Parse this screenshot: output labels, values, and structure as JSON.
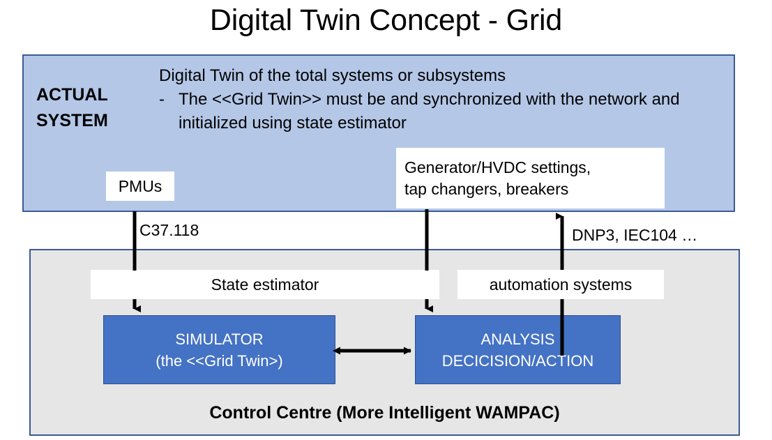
{
  "title": "Digital Twin Concept - Grid",
  "actual_system": {
    "label": "ACTUAL\nSYSTEM",
    "label_line1": "ACTUAL",
    "label_line2": "SYSTEM",
    "description_heading": "Digital Twin of the total systems or subsystems",
    "bullet_dash": "-",
    "bullet_text": "The <<Grid Twin>> must be  and synchronized with the network and initialized using state estimator",
    "panel_color": "#b4c7e7",
    "panel_border_color": "#3c5a96"
  },
  "boxes": {
    "pmus": "PMUs",
    "generator_settings_line1": "Generator/HVDC settings,",
    "generator_settings_line2": "tap changers, breakers",
    "state_estimator": "State estimator",
    "automation_systems": "automation systems"
  },
  "protocols": {
    "left": "C37.118",
    "right": "DNP3, IEC104 …"
  },
  "control_centre": {
    "caption": "Control Centre (More Intelligent WAMPAC)",
    "panel_color": "#e6e6e6",
    "panel_border_color": "#3c5a96",
    "process_boxes": [
      {
        "name": "simulator",
        "line1": "SIMULATOR",
        "line2": "(the <<Grid Twin>)",
        "fill": "#4472c4",
        "text_color": "#ffffff"
      },
      {
        "name": "analysis",
        "line1": "ANALYSIS",
        "line2": "DECICISION/ACTION",
        "fill": "#4472c4",
        "text_color": "#ffffff"
      }
    ]
  },
  "connectors": [
    {
      "name": "pmus-to-state-estimator-to-simulator",
      "direction": "down",
      "color": "#000000"
    },
    {
      "name": "generator-settings-to-analysis",
      "direction": "down",
      "color": "#000000"
    },
    {
      "name": "analysis-to-generator-settings",
      "direction": "up",
      "color": "#000000"
    },
    {
      "name": "simulator-analysis-exchange",
      "direction": "both",
      "color": "#000000"
    }
  ]
}
